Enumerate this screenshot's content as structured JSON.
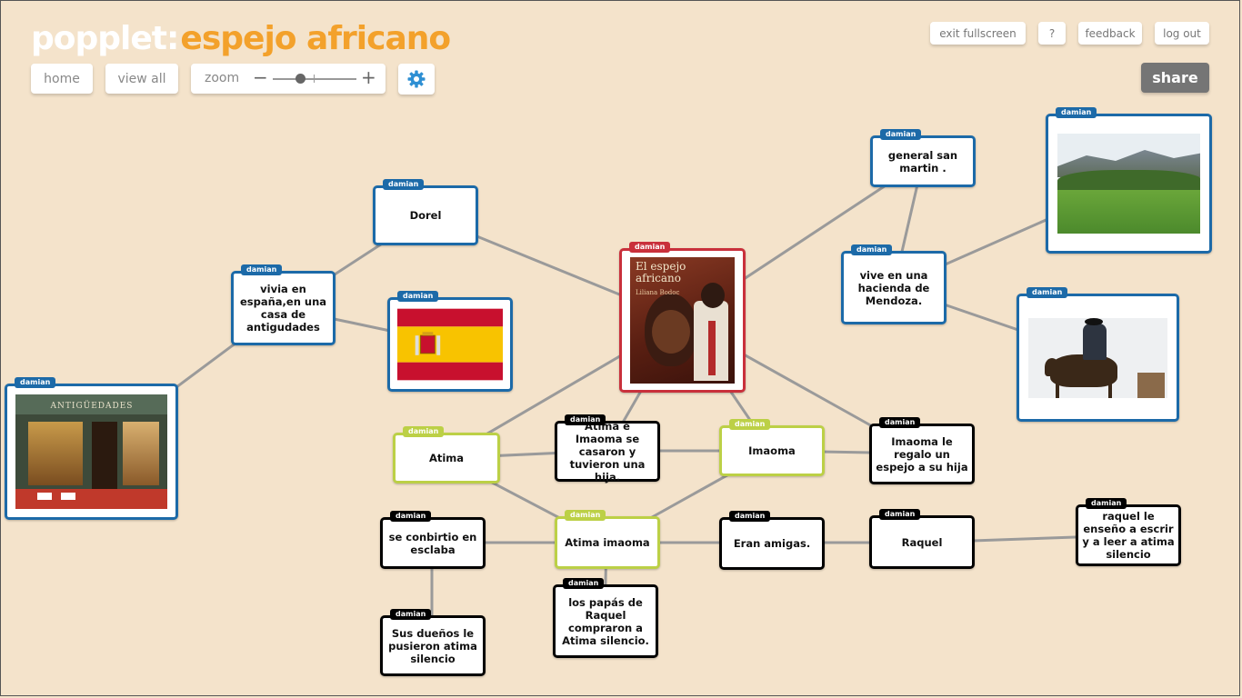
{
  "brand": {
    "logo": "popplet",
    "separator": ":",
    "title": "espejo africano"
  },
  "toolbar": {
    "home": "home",
    "view_all": "view all",
    "zoom_label": "zoom",
    "zoom_minus": "−",
    "zoom_plus": "+",
    "zoom_level": 0.33,
    "settings_icon": "gear-icon"
  },
  "top_buttons": {
    "exit_fullscreen": "exit fullscreen",
    "help": "?",
    "feedback": "feedback",
    "logout": "log out",
    "share": "share"
  },
  "colors": {
    "background": "#f4e3cb",
    "accent": "#f3a12b",
    "blue": "#1c6aa8",
    "green": "#bcd046",
    "red": "#c9303b",
    "black": "#000000"
  },
  "nodes": {
    "center": {
      "author": "damian",
      "title": "El espejo africano",
      "subtitle": "Liliana Bodoc",
      "color": "red"
    },
    "dorel": {
      "author": "damian",
      "text": "Dorel",
      "color": "blue"
    },
    "vivia": {
      "author": "damian",
      "text": "vivia en españa,en una casa de antigudades",
      "color": "blue"
    },
    "flag": {
      "author": "damian",
      "image": "spain-flag",
      "color": "blue"
    },
    "shop": {
      "author": "damian",
      "image": "antique-shop-photo",
      "shop_sign": "ANTIGÜEDADES",
      "color": "blue"
    },
    "general": {
      "author": "damian",
      "text": "general san martin .",
      "color": "blue"
    },
    "landscape": {
      "author": "damian",
      "image": "landscape-photo",
      "color": "blue"
    },
    "hacienda": {
      "author": "damian",
      "text": "vive en una hacienda de Mendoza.",
      "color": "blue"
    },
    "horseman": {
      "author": "damian",
      "image": "horseman-painting",
      "color": "blue"
    },
    "atima": {
      "author": "damian",
      "text": "Atima",
      "color": "green"
    },
    "casaron": {
      "author": "damian",
      "text": "Atima e Imaoma se casaron y tuvieron una hija.",
      "color": "black"
    },
    "imaoma": {
      "author": "damian",
      "text": "Imaoma",
      "color": "green"
    },
    "regalo": {
      "author": "damian",
      "text": "Imaoma le regalo un espejo a su hija",
      "color": "black"
    },
    "esclaba": {
      "author": "damian",
      "text": "se conbirtio en esclaba",
      "color": "black"
    },
    "atima_imaoma": {
      "author": "damian",
      "text": "Atima imaoma",
      "color": "green"
    },
    "amigas": {
      "author": "damian",
      "text": "Eran amigas.",
      "color": "black"
    },
    "raquel": {
      "author": "damian",
      "text": "Raquel",
      "color": "black"
    },
    "ensenio": {
      "author": "damian",
      "text": "raquel le enseño a escrir y a leer a atima silencio",
      "color": "black"
    },
    "duenos": {
      "author": "damian",
      "text": "Sus dueños le pusieron atima silencio",
      "color": "black"
    },
    "papas": {
      "author": "damian",
      "text": "los papás de Raquel compraron a Atima silencio.",
      "color": "black"
    }
  }
}
